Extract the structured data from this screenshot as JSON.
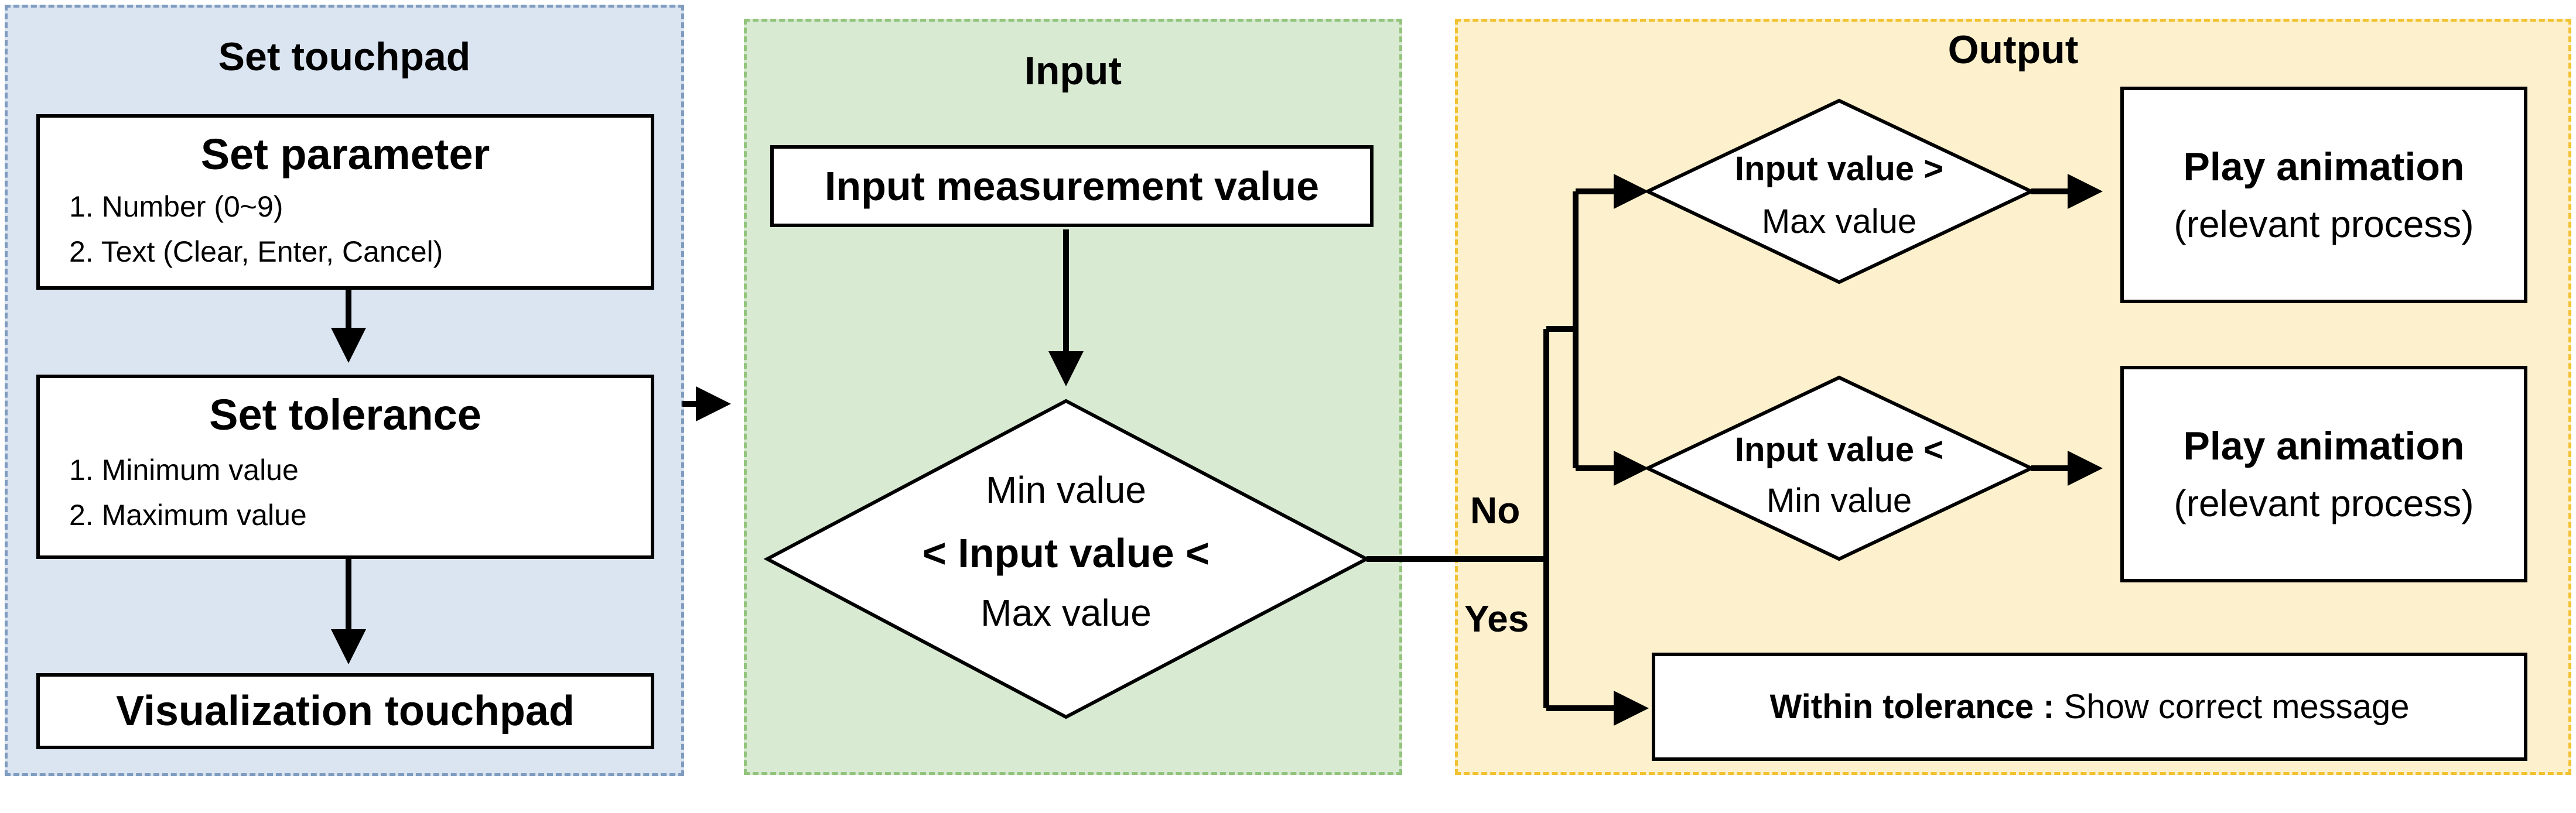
{
  "set_touchpad": {
    "title": "Set touchpad",
    "set_parameter": {
      "title": "Set parameter",
      "items": [
        "1. Number (0~9)",
        "2. Text (Clear, Enter, Cancel)"
      ]
    },
    "set_tolerance": {
      "title": "Set tolerance",
      "items": [
        "1. Minimum value",
        "2. Maximum value"
      ]
    },
    "visualization": "Visualization touchpad"
  },
  "input": {
    "title": "Input",
    "measurement": "Input measurement value",
    "decision": {
      "line1": "Min value",
      "line2": "< Input value <",
      "line3": "Max value"
    }
  },
  "output": {
    "title": "Output",
    "no_label": "No",
    "yes_label": "Yes",
    "over_max": {
      "line1": "Input value >",
      "line2": "Max value"
    },
    "under_min": {
      "line1": "Input value <",
      "line2": "Min value"
    },
    "animation_top": {
      "line1": "Play animation",
      "line2": "(relevant process)"
    },
    "animation_bottom": {
      "line1": "Play animation",
      "line2": "(relevant process)"
    },
    "within": {
      "bold": "Within tolerance",
      "sep": " : ",
      "rest": "Show correct message"
    }
  },
  "colors": {
    "left_panel_bg": "#dbe5f1",
    "mid_panel_bg": "#d9ead3",
    "right_panel_bg": "#fdf0cc",
    "line": "#000000"
  }
}
